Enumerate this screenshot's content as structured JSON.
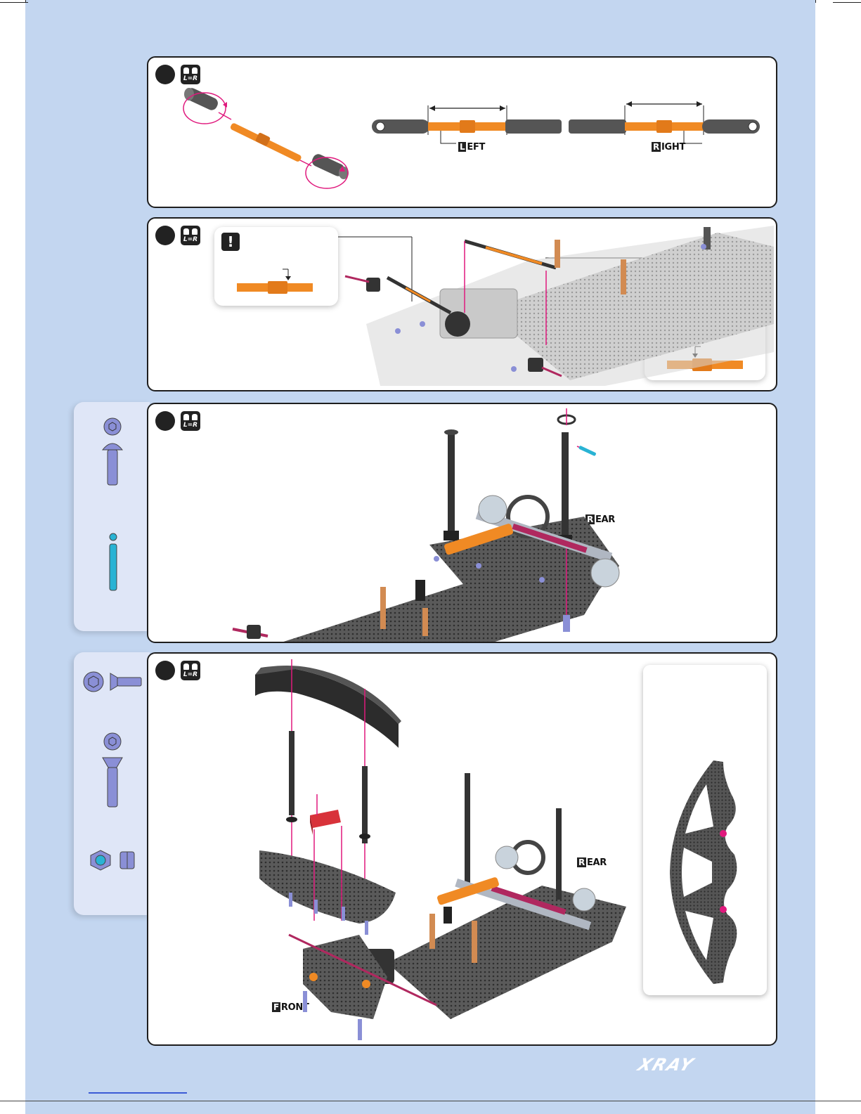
{
  "steps": [
    {
      "id": "step-tie-rod-assembly",
      "labels": {
        "left": "LEFT",
        "right": "RIGHT"
      }
    },
    {
      "id": "step-tie-rod-install"
    },
    {
      "id": "step-rear-posts",
      "labels": {
        "rear": "REAR"
      }
    },
    {
      "id": "step-bumper",
      "labels": {
        "rear": "REAR",
        "front": "FRONT"
      }
    }
  ],
  "note_symbol": "!",
  "lr_symbol": "L=R",
  "brand": "XRAY",
  "colors": {
    "page_bg": "#c3d6f0",
    "arrow": "#e0197d",
    "orange": "#f08a24",
    "carbon": "#444444",
    "hardware": "#8a8fd6"
  }
}
